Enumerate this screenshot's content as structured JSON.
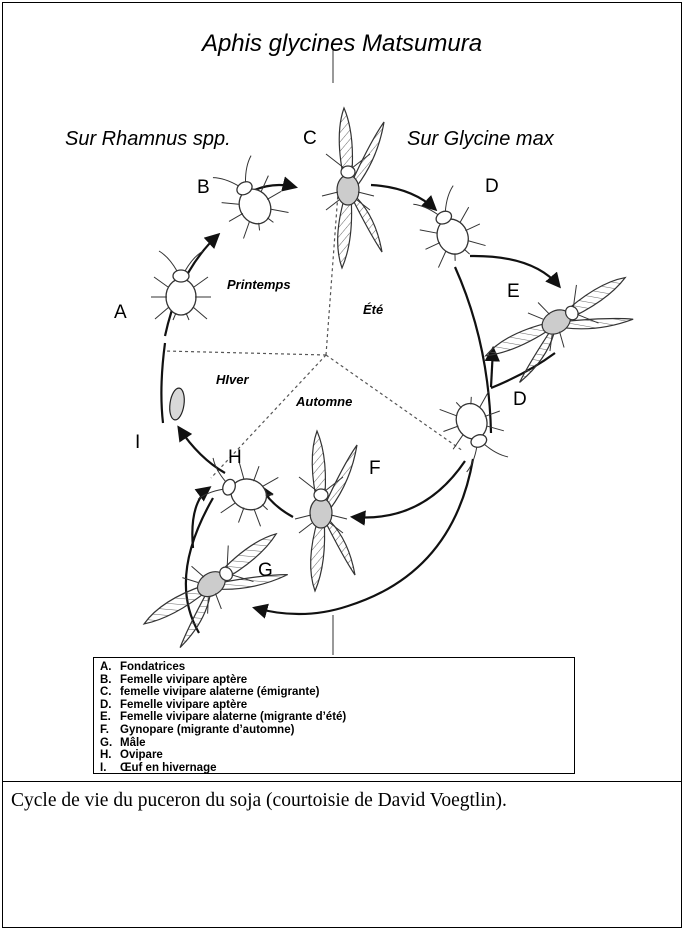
{
  "title": "Aphis glycines  Matsumura",
  "hosts": {
    "left": "Sur Rhamnus spp.",
    "right": "Sur Glycine max"
  },
  "seasons": {
    "spring": "Printemps",
    "summer": "Été",
    "winter": "HIver",
    "autumn": "Automne"
  },
  "stage_letters": [
    "A",
    "B",
    "C",
    "D",
    "E",
    "D",
    "F",
    "G",
    "H",
    "I"
  ],
  "legend": [
    {
      "key": "A.",
      "text": "Fondatrices"
    },
    {
      "key": "B.",
      "text": "Femelle vivipare aptère"
    },
    {
      "key": "C.",
      "text": "femelle vivipare alaterne (émigrante)"
    },
    {
      "key": "D.",
      "text": "Femelle vivipare aptère"
    },
    {
      "key": "E.",
      "text": "Femelle vivipare alaterne (migrante d’été)"
    },
    {
      "key": "F.",
      "text": "Gynopare (migrante d’automne)"
    },
    {
      "key": "G.",
      "text": "Mâle"
    },
    {
      "key": "H.",
      "text": "Ovipare"
    },
    {
      "key": "I.",
      "text": "Œuf en hivernage"
    }
  ],
  "caption": "Cycle de vie du puceron du soja (courtoisie de David Voegtlin).",
  "icons": [
    "wingless-aphid-icon",
    "winged-aphid-icon",
    "egg-icon"
  ]
}
